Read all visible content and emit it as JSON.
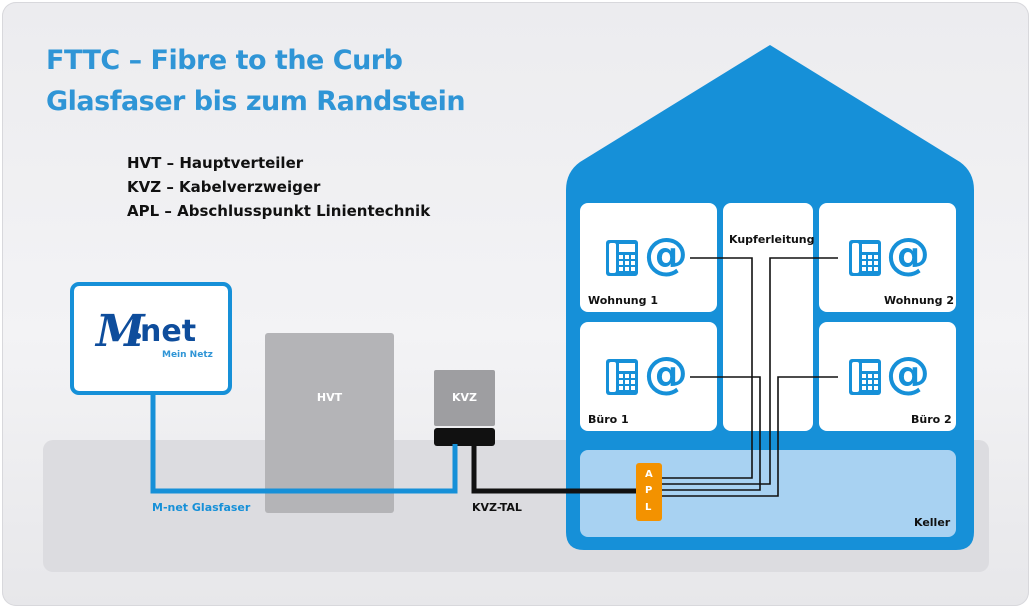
{
  "title": {
    "line1": "FTTC – Fibre to the Curb",
    "line2": "Glasfaser bis zum Randstein"
  },
  "legend": [
    "HVT – Hauptverteiler",
    "KVZ – Kabelverzweiger",
    "APL  – Abschlusspunkt Linientechnik"
  ],
  "logo": {
    "brand_m": "M",
    "brand_net": "net",
    "tagline": "Mein Netz"
  },
  "boxes": {
    "hvt": "HVT",
    "kvz": "KVZ"
  },
  "cables": {
    "fiber": "M-net Glasfaser",
    "tal": "KVZ-TAL",
    "copper": "Kupferleitung"
  },
  "house": {
    "rooms": {
      "wohnung1": "Wohnung 1",
      "wohnung2": "Wohnung 2",
      "buero1": "Büro 1",
      "buero2": "Büro 2"
    },
    "keller": "Keller",
    "apl": [
      "A",
      "P",
      "L"
    ],
    "at_symbol": "@"
  },
  "colors": {
    "blue": "#1690d8",
    "title_blue": "#2f95d6",
    "logo_navy": "#0e4d9c",
    "apl_orange": "#f39200",
    "keller_fill": "#a8d2f2",
    "ground": "#dcdce0",
    "hvt_box": "#b4b4b7",
    "kvz_box": "#9e9ea1"
  },
  "icons": [
    "phone-icon",
    "at-icon"
  ]
}
